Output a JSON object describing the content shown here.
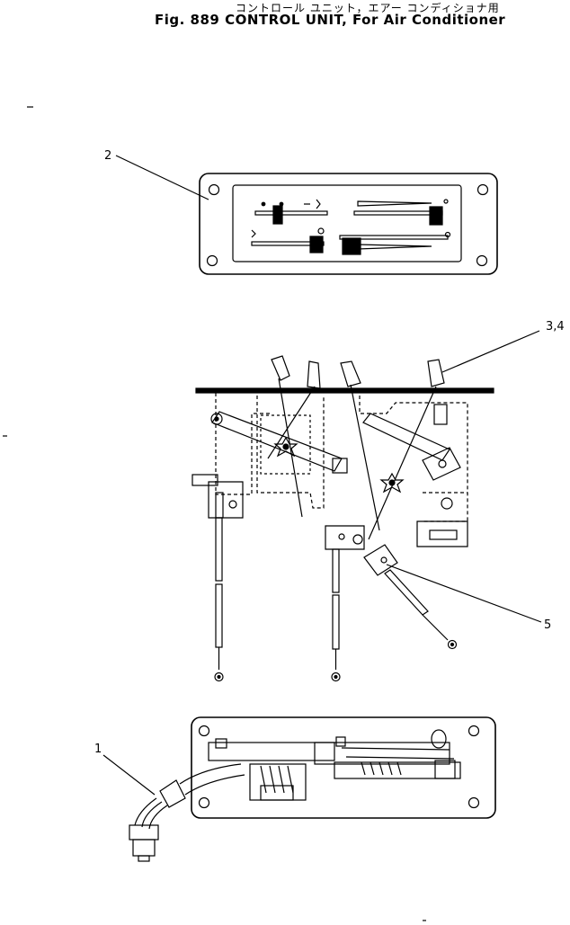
{
  "header": {
    "title_jp": "コントロール ユニット，エアー コンディショナ用",
    "title_en": "Fig. 889   CONTROL UNIT, For Air Conditioner"
  },
  "callouts": [
    {
      "id": "callout-2",
      "text": "2"
    },
    {
      "id": "callout-34",
      "text": "3,4"
    },
    {
      "id": "callout-5",
      "text": "5"
    },
    {
      "id": "callout-1",
      "text": "1"
    }
  ],
  "colors": {
    "ink": "#000000",
    "paper": "#ffffff"
  }
}
